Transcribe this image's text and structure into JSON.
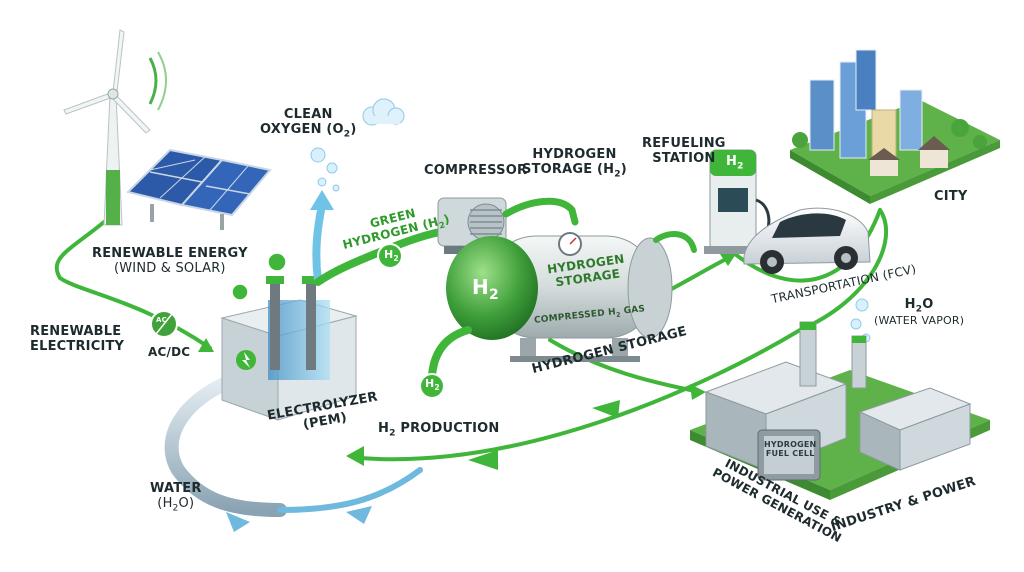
{
  "colors": {
    "flow_green": "#3fb63a",
    "water_blue": "#6fb8de",
    "tank_green": "#3f9f3a",
    "text": "#1d2a2e",
    "city_green": "#5fb24a"
  },
  "icons": [
    "wind-turbine-icon",
    "solar-panel-icon",
    "cloud-icon",
    "compressor-icon",
    "hydrogen-tank-icon",
    "pressure-gauge-icon",
    "refueling-pump-icon",
    "fuel-cell-car-icon",
    "city-buildings-icon",
    "factory-icon",
    "fuel-cell-unit-icon",
    "electrolyzer-icon",
    "water-pipe-icon",
    "ac-dc-converter-icon"
  ],
  "labels": {
    "renewable_energy": "RENEWABLE ENERGY",
    "wind_solar": "(WIND & SOLAR)",
    "renewable": "RENEWABLE",
    "electricity": "ELECTRICITY",
    "ac_dc": "AC/DC",
    "converter_symbol": "AC",
    "clean": "CLEAN",
    "oxygen": "OXYGEN (O",
    "oxygen_sub": "2",
    "green": "GREEN",
    "hydrogen_h": "HYDROGEN (H",
    "hydrogen_h_sub": "2",
    "compressor": "COMPRESSOR",
    "hydrogen": "HYDROGEN",
    "storage_h": "STORAGE (H",
    "storage_h_sub": "2",
    "refueling": "REFUELING",
    "station": "STATION",
    "h2_symbol": "H",
    "h2_sub": "2",
    "tank_title_1": "HYDROGEN",
    "tank_title_2": "STORAGE",
    "tank_sub": "COMPRESSED H",
    "tank_sub_2": "GAS",
    "tank_sub_sub": "2",
    "hydrogen_storage": "HYDROGEN STORAGE",
    "city": "CITY",
    "transportation": "TRANSPORTATION (FCV)",
    "h2o": "H",
    "h2o_sub": "2",
    "h2o_o": "O",
    "water_vapor": "(WATER VAPOR)",
    "electrolyzer": "ELECTROLYZER",
    "pem": "(PEM)",
    "h2_production_pre": "H",
    "h2_production_sub": "2",
    "h2_production": "PRODUCTION",
    "water": "WATER",
    "water_h2o_pre": "(H",
    "water_h2o_sub": "2",
    "water_h2o_post": "O)",
    "industrial_1": "INDUSTRIAL USE &",
    "industrial_2": "POWER GENERATION",
    "industry_power": "INDUSTRY & POWER",
    "fuel_cell_1": "HYDROGEN",
    "fuel_cell_2": "FUEL CELL"
  }
}
